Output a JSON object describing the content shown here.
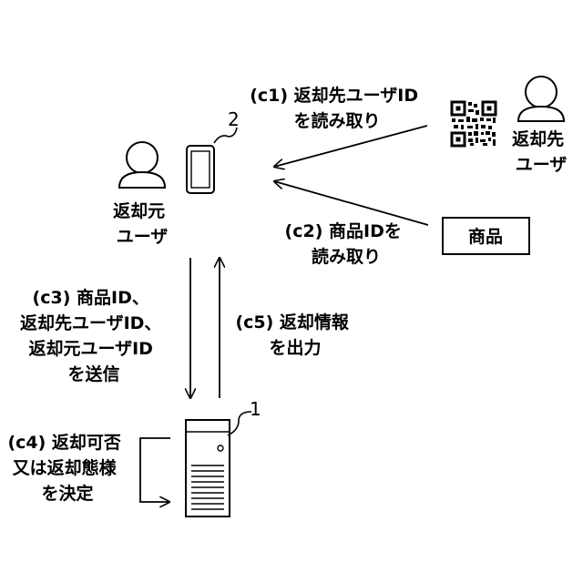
{
  "nodes": {
    "returning_user": {
      "lines": [
        "返却元",
        "ユーザ"
      ]
    },
    "return_dest_user": {
      "lines": [
        "返却先",
        "ユーザ"
      ]
    },
    "product": {
      "label": "商品"
    },
    "terminal": {
      "ref": "2"
    },
    "server": {
      "ref": "1"
    }
  },
  "steps": {
    "c1": [
      "(c1) 返却先ユーザID",
      "を読み取り"
    ],
    "c2": [
      "(c2) 商品IDを",
      "読み取り"
    ],
    "c3": [
      "(c3) 商品ID、",
      "返却先ユーザID、",
      "返却元ユーザID",
      "を送信"
    ],
    "c4": [
      "(c4) 返却可否",
      "又は返却態様",
      "を決定"
    ],
    "c5": [
      "(c5) 返却情報",
      "を出力"
    ]
  },
  "icons": {
    "person": "person-icon",
    "qr": "qr-code-icon",
    "phone": "smartphone-icon",
    "server": "server-tower-icon"
  }
}
